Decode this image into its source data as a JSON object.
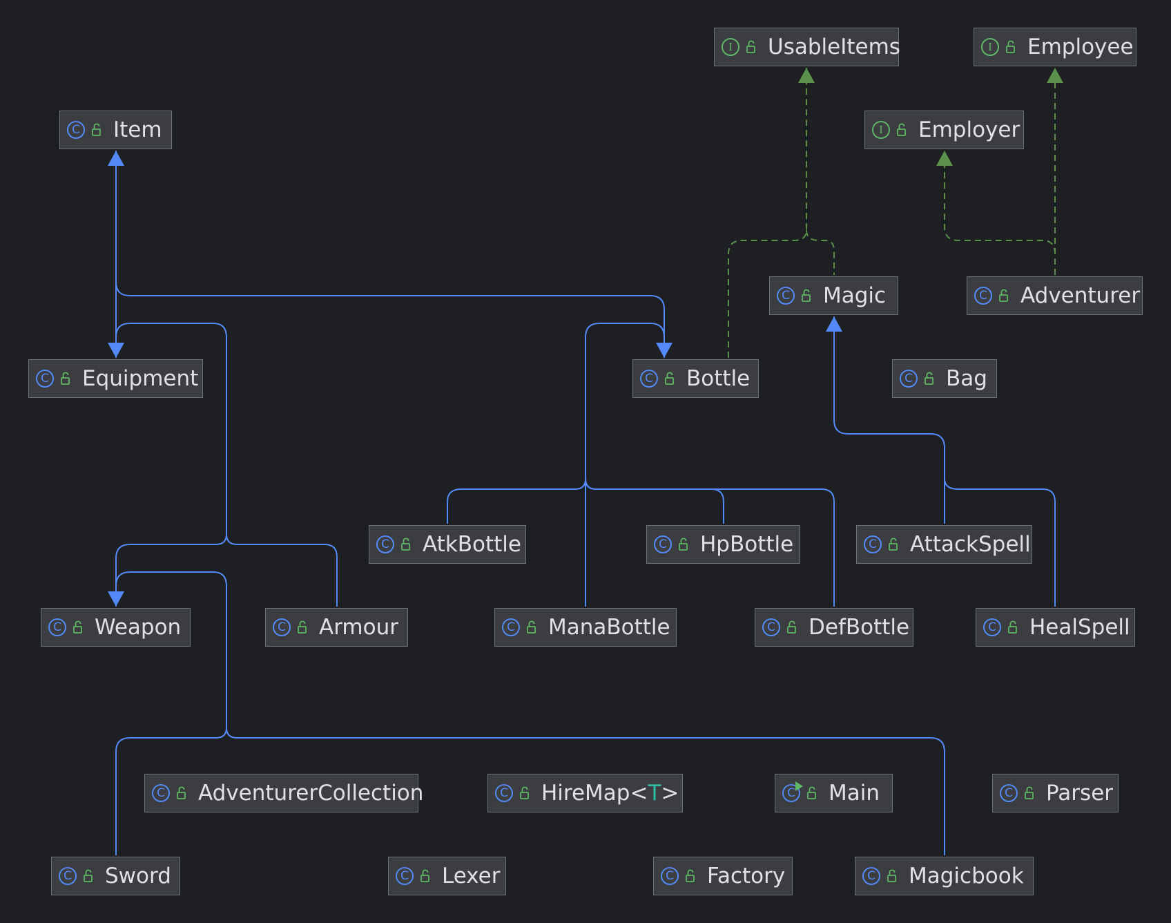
{
  "diagram": {
    "nodes": [
      {
        "id": "UsableItems",
        "kind": "interface",
        "badge": "I",
        "label": "UsableItems"
      },
      {
        "id": "Employee",
        "kind": "interface",
        "badge": "I",
        "label": "Employee"
      },
      {
        "id": "Item",
        "kind": "class",
        "badge": "C",
        "label": "Item"
      },
      {
        "id": "Employer",
        "kind": "interface",
        "badge": "I",
        "label": "Employer"
      },
      {
        "id": "Magic",
        "kind": "class",
        "badge": "C",
        "label": "Magic"
      },
      {
        "id": "Adventurer",
        "kind": "class",
        "badge": "C",
        "label": "Adventurer"
      },
      {
        "id": "Equipment",
        "kind": "class",
        "badge": "C",
        "label": "Equipment"
      },
      {
        "id": "Bottle",
        "kind": "class",
        "badge": "C",
        "label": "Bottle"
      },
      {
        "id": "Bag",
        "kind": "class",
        "badge": "C",
        "label": "Bag"
      },
      {
        "id": "AtkBottle",
        "kind": "class",
        "badge": "C",
        "label": "AtkBottle"
      },
      {
        "id": "HpBottle",
        "kind": "class",
        "badge": "C",
        "label": "HpBottle"
      },
      {
        "id": "AttackSpell",
        "kind": "class",
        "badge": "C",
        "label": "AttackSpell"
      },
      {
        "id": "Weapon",
        "kind": "class",
        "badge": "C",
        "label": "Weapon"
      },
      {
        "id": "Armour",
        "kind": "class",
        "badge": "C",
        "label": "Armour"
      },
      {
        "id": "ManaBottle",
        "kind": "class",
        "badge": "C",
        "label": "ManaBottle"
      },
      {
        "id": "DefBottle",
        "kind": "class",
        "badge": "C",
        "label": "DefBottle"
      },
      {
        "id": "HealSpell",
        "kind": "class",
        "badge": "C",
        "label": "HealSpell"
      },
      {
        "id": "AdventurerCollection",
        "kind": "class",
        "badge": "C",
        "label": "AdventurerCollection"
      },
      {
        "id": "HireMap",
        "kind": "class",
        "badge": "C",
        "label": "HireMap<",
        "type_param": "T",
        "label_suffix": ">"
      },
      {
        "id": "Main",
        "kind": "runnable",
        "badge": "C",
        "label": "Main"
      },
      {
        "id": "Parser",
        "kind": "class",
        "badge": "C",
        "label": "Parser"
      },
      {
        "id": "Sword",
        "kind": "class",
        "badge": "C",
        "label": "Sword"
      },
      {
        "id": "Lexer",
        "kind": "class",
        "badge": "C",
        "label": "Lexer"
      },
      {
        "id": "Factory",
        "kind": "class",
        "badge": "C",
        "label": "Factory"
      },
      {
        "id": "Magicbook",
        "kind": "class",
        "badge": "C",
        "label": "Magicbook"
      }
    ],
    "edges": [
      {
        "from": "Equipment",
        "to": "Item",
        "type": "extends"
      },
      {
        "from": "Bottle",
        "to": "Item",
        "type": "extends"
      },
      {
        "from": "Weapon",
        "to": "Equipment",
        "type": "extends"
      },
      {
        "from": "Armour",
        "to": "Equipment",
        "type": "extends"
      },
      {
        "from": "AtkBottle",
        "to": "Bottle",
        "type": "extends"
      },
      {
        "from": "HpBottle",
        "to": "Bottle",
        "type": "extends"
      },
      {
        "from": "ManaBottle",
        "to": "Bottle",
        "type": "extends"
      },
      {
        "from": "DefBottle",
        "to": "Bottle",
        "type": "extends"
      },
      {
        "from": "AttackSpell",
        "to": "Magic",
        "type": "extends"
      },
      {
        "from": "HealSpell",
        "to": "Magic",
        "type": "extends"
      },
      {
        "from": "Sword",
        "to": "Weapon",
        "type": "extends"
      },
      {
        "from": "Magicbook",
        "to": "Weapon",
        "type": "extends"
      },
      {
        "from": "Bottle",
        "to": "UsableItems",
        "type": "implements"
      },
      {
        "from": "Magic",
        "to": "UsableItems",
        "type": "implements"
      },
      {
        "from": "Adventurer",
        "to": "Employer",
        "type": "implements"
      },
      {
        "from": "Adventurer",
        "to": "Employee",
        "type": "implements"
      }
    ]
  },
  "colors": {
    "background": "#1e1f22",
    "node_fill": "#3b3d40",
    "node_border": "#6f737a",
    "extends_edge": "#548af7",
    "implements_edge": "#5a8f4c",
    "class_badge": "#548af7",
    "interface_badge": "#5fb865",
    "lock_icon": "#5fb865",
    "type_param": "#2fbfa6"
  },
  "icons": {
    "class_badge": "class-icon",
    "interface_badge": "interface-icon",
    "runnable_badge": "runnable-class-icon",
    "visibility": "public-lock-icon"
  }
}
